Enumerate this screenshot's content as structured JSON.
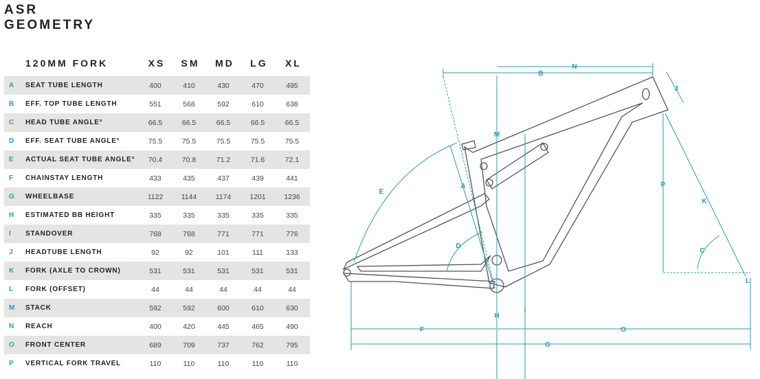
{
  "title": [
    "ASR",
    "GEOMETRY"
  ],
  "table": {
    "fork_header": "120MM FORK",
    "sizes": [
      "XS",
      "SM",
      "MD",
      "LG",
      "XL"
    ],
    "rows": [
      {
        "letter": "A",
        "label": "SEAT TUBE LENGTH",
        "values": [
          "400",
          "410",
          "430",
          "470",
          "495"
        ]
      },
      {
        "letter": "B",
        "label": "EFF. TOP TUBE LENGTH",
        "values": [
          "551",
          "568",
          "592",
          "610",
          "638"
        ]
      },
      {
        "letter": "C",
        "label": "HEAD TUBE ANGLE°",
        "values": [
          "66.5",
          "66.5",
          "66.5",
          "66.5",
          "66.5"
        ]
      },
      {
        "letter": "D",
        "label": "EFF. SEAT TUBE ANGLE°",
        "values": [
          "75.5",
          "75.5",
          "75.5",
          "75.5",
          "75.5"
        ]
      },
      {
        "letter": "E",
        "label": "ACTUAL SEAT TUBE ANGLE°",
        "values": [
          "70.4",
          "70.8",
          "71.2",
          "71.6",
          "72.1"
        ]
      },
      {
        "letter": "F",
        "label": "CHAINSTAY LENGTH",
        "values": [
          "433",
          "435",
          "437",
          "439",
          "441"
        ]
      },
      {
        "letter": "G",
        "label": "WHEELBASE",
        "values": [
          "1122",
          "1144",
          "1174",
          "1201",
          "1236"
        ]
      },
      {
        "letter": "H",
        "label": "ESTIMATED BB HEIGHT",
        "values": [
          "335",
          "335",
          "335",
          "335",
          "335"
        ]
      },
      {
        "letter": "I",
        "label": "STANDOVER",
        "values": [
          "768",
          "768",
          "771",
          "771",
          "776"
        ]
      },
      {
        "letter": "J",
        "label": "HEADTUBE LENGTH",
        "values": [
          "92",
          "92",
          "101",
          "111",
          "133"
        ]
      },
      {
        "letter": "K",
        "label": "FORK (AXLE TO CROWN)",
        "values": [
          "531",
          "531",
          "531",
          "531",
          "531"
        ]
      },
      {
        "letter": "L",
        "label": "FORK (OFFSET)",
        "values": [
          "44",
          "44",
          "44",
          "44",
          "44"
        ]
      },
      {
        "letter": "M",
        "label": "STACK",
        "values": [
          "592",
          "592",
          "600",
          "610",
          "630"
        ]
      },
      {
        "letter": "N",
        "label": "REACH",
        "values": [
          "400",
          "420",
          "445",
          "465",
          "490"
        ]
      },
      {
        "letter": "O",
        "label": "FRONT CENTER",
        "values": [
          "689",
          "709",
          "737",
          "762",
          "795"
        ]
      },
      {
        "letter": "P",
        "label": "VERTICAL FORK TRAVEL",
        "values": [
          "110",
          "110",
          "110",
          "110",
          "110"
        ]
      }
    ]
  },
  "diagram_labels": {
    "A": "A",
    "B": "B",
    "C": "C",
    "D": "D",
    "E": "E",
    "F": "F",
    "G": "G",
    "H": "H",
    "I": "I",
    "J": "J",
    "K": "K",
    "L": "L",
    "M": "M",
    "N": "N",
    "O": "O",
    "P": "P"
  },
  "colors": {
    "accent": "#2a9bb0",
    "row_stripe": "#e5e4e2"
  }
}
